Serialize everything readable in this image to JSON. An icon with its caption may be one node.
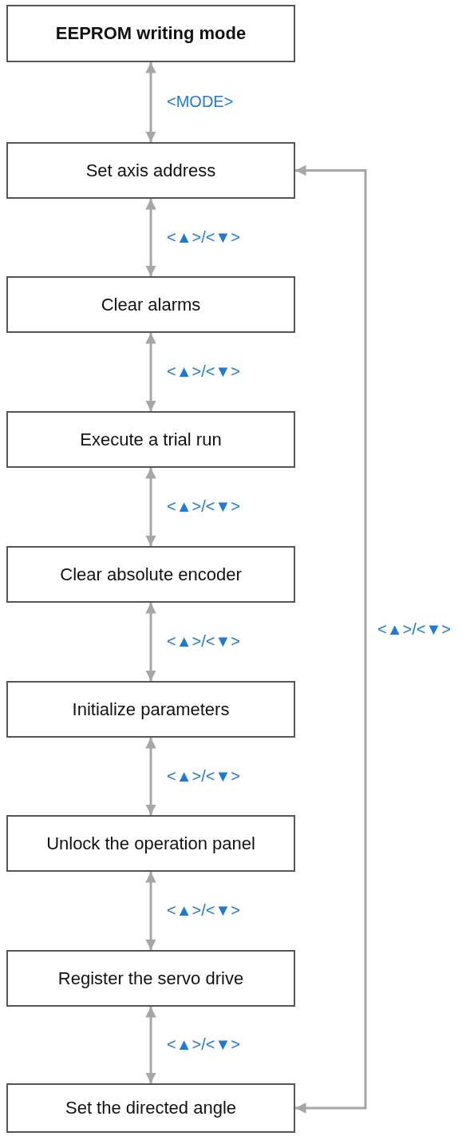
{
  "diagram": {
    "nodes": [
      {
        "text": [
          "EEPROM writing mode"
        ]
      },
      {
        "text": [
          "Set axis address"
        ]
      },
      {
        "text": [
          "Clear alarms"
        ]
      },
      {
        "text": [
          "Execute a trial run"
        ]
      },
      {
        "text": [
          "Clear absolute encoder"
        ]
      },
      {
        "text": [
          "Initialize parameters"
        ]
      },
      {
        "text": [
          "Unlock the operation panel"
        ]
      },
      {
        "text": [
          "Register the servo drive"
        ]
      },
      {
        "text": [
          "Set the directed angle"
        ]
      }
    ],
    "edges": [
      {
        "from": 0,
        "to": 1,
        "arrow": "both",
        "label": "<MODE>"
      },
      {
        "from": 1,
        "to": 2,
        "arrow": "both",
        "label": "<▲>/<▼>"
      },
      {
        "from": 2,
        "to": 3,
        "arrow": "both",
        "label": "<▲>/<▼>"
      },
      {
        "from": 3,
        "to": 4,
        "arrow": "both",
        "label": "<▲>/<▼>"
      },
      {
        "from": 4,
        "to": 5,
        "arrow": "both",
        "label": "<▲>/<▼>"
      },
      {
        "from": 5,
        "to": 6,
        "arrow": "both",
        "label": "<▲>/<▼>"
      },
      {
        "from": 6,
        "to": 7,
        "arrow": "both",
        "label": "<▲>/<▼>"
      },
      {
        "from": 7,
        "to": 8,
        "arrow": "both",
        "label": "<▲>/<▼>"
      },
      {
        "from": 8,
        "to": 1,
        "arrow": "both",
        "label": "<▲>/<▼>"
      }
    ]
  }
}
